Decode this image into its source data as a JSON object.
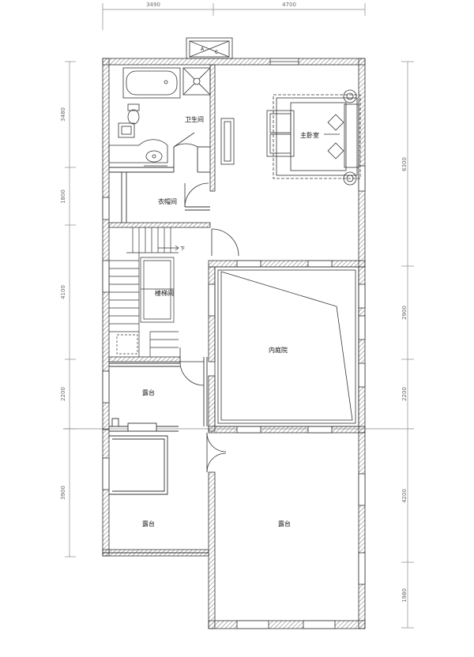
{
  "dimensions": {
    "top": [
      "3490",
      "4700"
    ],
    "left": [
      "3480",
      "1800",
      "4100",
      "2200",
      "3900"
    ],
    "right": [
      "6300",
      "2900",
      "2200",
      "4200",
      "1980"
    ]
  },
  "rooms": {
    "bathroom": "卫生间",
    "master_bedroom": "主卧室",
    "closet": "衣帽间",
    "stair_hall": "楼梯间",
    "inner_courtyard": "内庭院",
    "terrace_upper": "露台",
    "terrace_lower_left": "露台",
    "terrace_lower_right": "露台"
  },
  "marks": {
    "stair_down": "下",
    "shaft_a": "A",
    "shaft_c": "C"
  },
  "colors": {
    "wall_line": "#333333",
    "hatch": "#7a7a7a",
    "dimension_line": "#8a8a8a"
  }
}
